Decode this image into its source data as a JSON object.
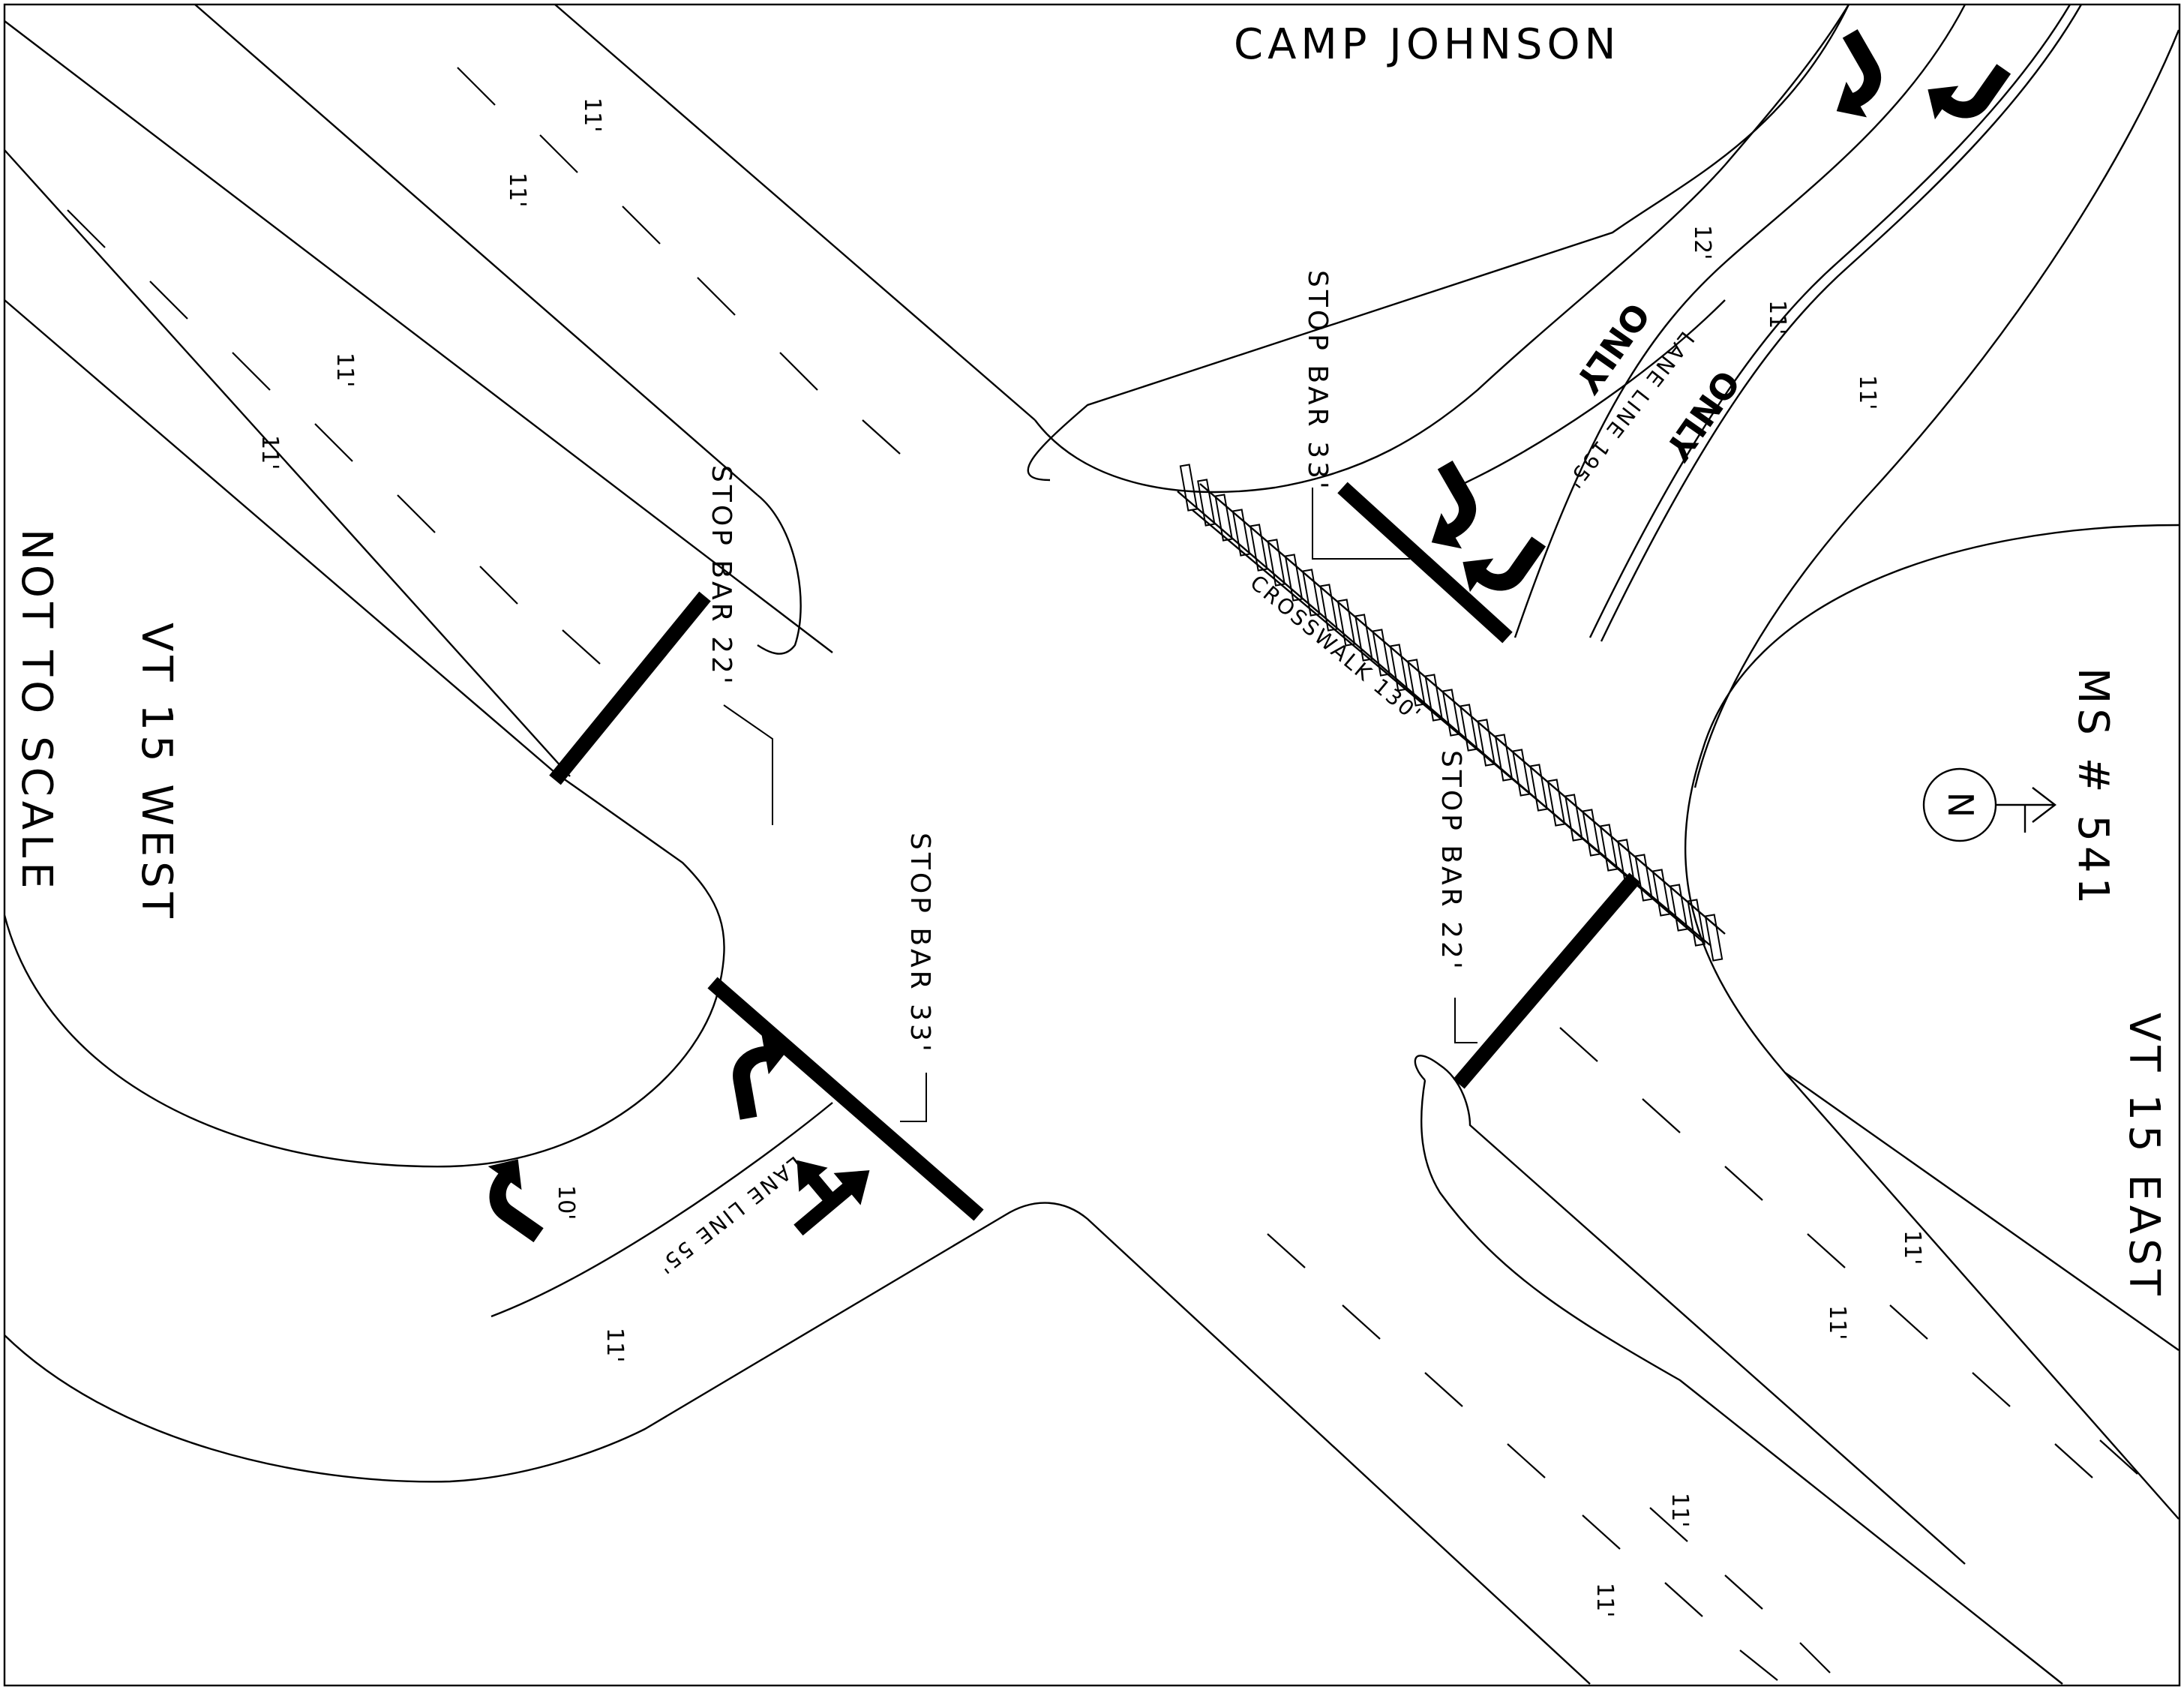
{
  "labels": {
    "camp_johnson": "CAMP JOHNSON",
    "vt15_west": "VT 15 WEST",
    "not_to_scale": "NOT TO SCALE",
    "ms_number": "MS # 541",
    "vt15_east": "VT 15 EAST",
    "north": "N"
  },
  "annotations": {
    "stop_bar_22_west": "STOP BAR 22'",
    "stop_bar_33_south": "STOP BAR 33'",
    "stop_bar_33_north": "STOP BAR 33'",
    "stop_bar_22_east": "STOP BAR 22'",
    "crosswalk": "CROSSWALK 130'",
    "lane_line_195": "LANE LINE 195'",
    "lane_line_55": "LANE LINE 55'",
    "only_1": "ONLY",
    "only_2": "ONLY"
  },
  "dimensions": {
    "w1": "11'",
    "w2": "11'",
    "w3": "11'",
    "w4": "11'",
    "n1": "12'",
    "n2": "11'",
    "n3": "11'",
    "s1": "10'",
    "s2": "11'",
    "e1": "11'",
    "e2": "11'",
    "e3": "11'",
    "e4": "11'"
  },
  "icons": [
    "left-turn-arrow",
    "right-turn-arrow",
    "through-right-arrow",
    "north-arrow"
  ]
}
